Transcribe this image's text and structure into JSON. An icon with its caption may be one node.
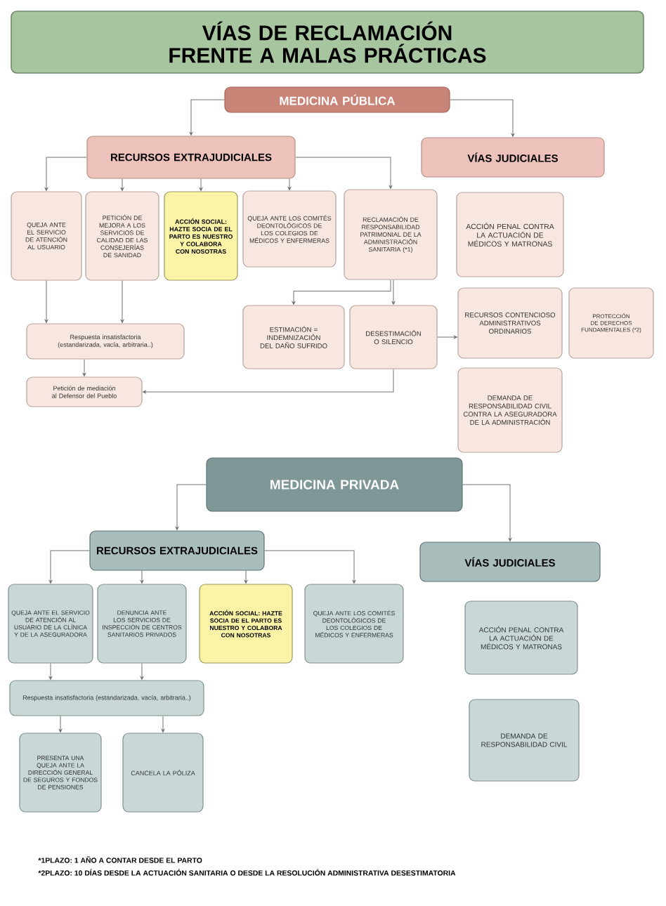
{
  "diagram": {
    "title": "VÍAS DE RECLAMACIÓN FRENTE A MALAS PRÁCTICAS",
    "nodes": [
      {
        "text": [
          "MEDICINA PÚBLICA"
        ]
      },
      {
        "text": [
          "RECURSOS EXTRAJUDICIALES"
        ]
      },
      {
        "text": [
          "VÍAS JUDICIALES"
        ]
      },
      {
        "text": [
          "QUEJA ANTE EL SERVICIO DE ATENCIÓN AL USUARIO"
        ]
      },
      {
        "text": [
          "PETICIÓN DE MEJORA A LOS SERVICIOS DE CALIDAD DE LAS CONSEJERÍAS DE SANIDAD"
        ]
      },
      {
        "text": [
          "ACCIÓN SOCIAL: HAZTE SOCIA DE EL PARTO ES NUESTRO Y COLABORA CON NOSOTRAS"
        ]
      },
      {
        "text": [
          "QUEJA ANTE LOS COMITÉS DEONTOLÓGICOS DE LOS COLEGIOS DE MÉDICOS Y ENFERMERAS"
        ]
      },
      {
        "text": [
          "RECLAMACIÓN DE RESPONSABILIDAD PATRIMONIAL DE LA ADMINISTRACIÓN SANITARIA (*1)"
        ]
      },
      {
        "text": [
          "ACCIÓN PENAL CONTRA LA ACTUACIÓN DE MÉDICOS Y MATRONAS"
        ]
      },
      {
        "text": [
          "ESTIMACIÓN = INDEMNIZACIÓN DEL DAÑO SUFRIDO"
        ]
      },
      {
        "text": [
          "DESESTIMACIÓN O SILENCIO"
        ]
      },
      {
        "text": [
          "RECURSOS CONTENCIOSO ADMINISTRATIVOS ORDINARIOS"
        ]
      },
      {
        "text": [
          "PROTECCIÓN DE DERECHOS FUNDAMENTALES (*2)"
        ]
      },
      {
        "text": [
          "Respuesta insatisfactoria (estandarizada, vacía, arbitraria..)"
        ]
      },
      {
        "text": [
          "Petición de mediación al Defensor del Pueblo"
        ]
      },
      {
        "text": [
          "DEMANDA DE RESPONSABILIDAD CIVIL CONTRA LA ASEGURADORA DE LA ADMINISTRACIÓN"
        ]
      },
      {
        "text": [
          "MEDICINA PRIVADA"
        ]
      },
      {
        "text": [
          "RECURSOS EXTRAJUDICIALES"
        ]
      },
      {
        "text": [
          "VÍAS JUDICIALES"
        ]
      },
      {
        "text": [
          "QUEJA ANTE EL SERVICIO DE ATENCIÓN AL USUARIO DE LA CLÍNICA Y DE LA ASEGURADORA"
        ]
      },
      {
        "text": [
          "DENUNCIA ANTE LOS SERVICIOS DE INSPECCIÓN DE CENTROS SANITARIOS PRIVADOS"
        ]
      },
      {
        "text": [
          "ACCIÓN SOCIAL: HAZTE SOCIA DE EL PARTO ES NUESTRO Y COLABORA CON NOSOTRAS"
        ]
      },
      {
        "text": [
          "QUEJA ANTE LOS COMITÉS DEONTOLÓGICOS DE LOS COLEGIOS DE MÉDICOS Y ENFERMERAS"
        ]
      },
      {
        "text": [
          "ACCIÓN PENAL CONTRA LA ACTUACIÓN DE MÉDICOS Y MATRONAS"
        ]
      },
      {
        "text": [
          "Respuesta insatisfactoria (estandarizada, vacía, arbitraria..)"
        ]
      },
      {
        "text": [
          "PRESENTA UNA QUEJA ANTE LA DIRECCIÓN GENERAL DE SEGUROS Y FONDOS DE PENSIONES"
        ]
      },
      {
        "text": [
          "CANCELA LA PÓLIZA"
        ]
      },
      {
        "text": [
          "DEMANDA DE RESPONSABILIDAD CIVIL"
        ]
      }
    ],
    "edges": [
      {
        "from": 0,
        "to": 1,
        "arrow": "to"
      },
      {
        "from": 0,
        "to": 2,
        "arrow": "to"
      },
      {
        "from": 1,
        "to": 3,
        "arrow": "to"
      },
      {
        "from": 1,
        "to": 4,
        "arrow": "to"
      },
      {
        "from": 1,
        "to": 5,
        "arrow": "to"
      },
      {
        "from": 1,
        "to": 6,
        "arrow": "to"
      },
      {
        "from": 1,
        "to": 7,
        "arrow": "to"
      },
      {
        "from": 7,
        "to": 9,
        "arrow": "to"
      },
      {
        "from": 7,
        "to": 10,
        "arrow": "to"
      },
      {
        "from": 10,
        "to": 11,
        "arrow": "to"
      },
      {
        "from": 10,
        "to": 14,
        "arrow": "to"
      },
      {
        "from": 3,
        "to": 13,
        "arrow": "to"
      },
      {
        "from": 4,
        "to": 13,
        "arrow": "to"
      },
      {
        "from": 13,
        "to": 14,
        "arrow": "to"
      },
      {
        "from": 16,
        "to": 17,
        "arrow": "to"
      },
      {
        "from": 16,
        "to": 18,
        "arrow": "to"
      },
      {
        "from": 17,
        "to": 19,
        "arrow": "to"
      },
      {
        "from": 17,
        "to": 20,
        "arrow": "to"
      },
      {
        "from": 17,
        "to": 21,
        "arrow": "to"
      },
      {
        "from": 17,
        "to": 22,
        "arrow": "to"
      },
      {
        "from": 19,
        "to": 24,
        "arrow": "to"
      },
      {
        "from": 20,
        "to": 24,
        "arrow": "to"
      },
      {
        "from": 24,
        "to": 25,
        "arrow": "to"
      },
      {
        "from": 24,
        "to": 26,
        "arrow": "to"
      }
    ],
    "labels": [
      "*1PLAZO: 1 AÑO A CONTAR DESDE EL PARTO",
      "*2PLAZO: 10 DÍAS DESDE LA ACTUACIÓN SANITARIA O DESDE LA RESOLUCIÓN ADMINISTRATIVA DESESTIMATORIA"
    ]
  }
}
